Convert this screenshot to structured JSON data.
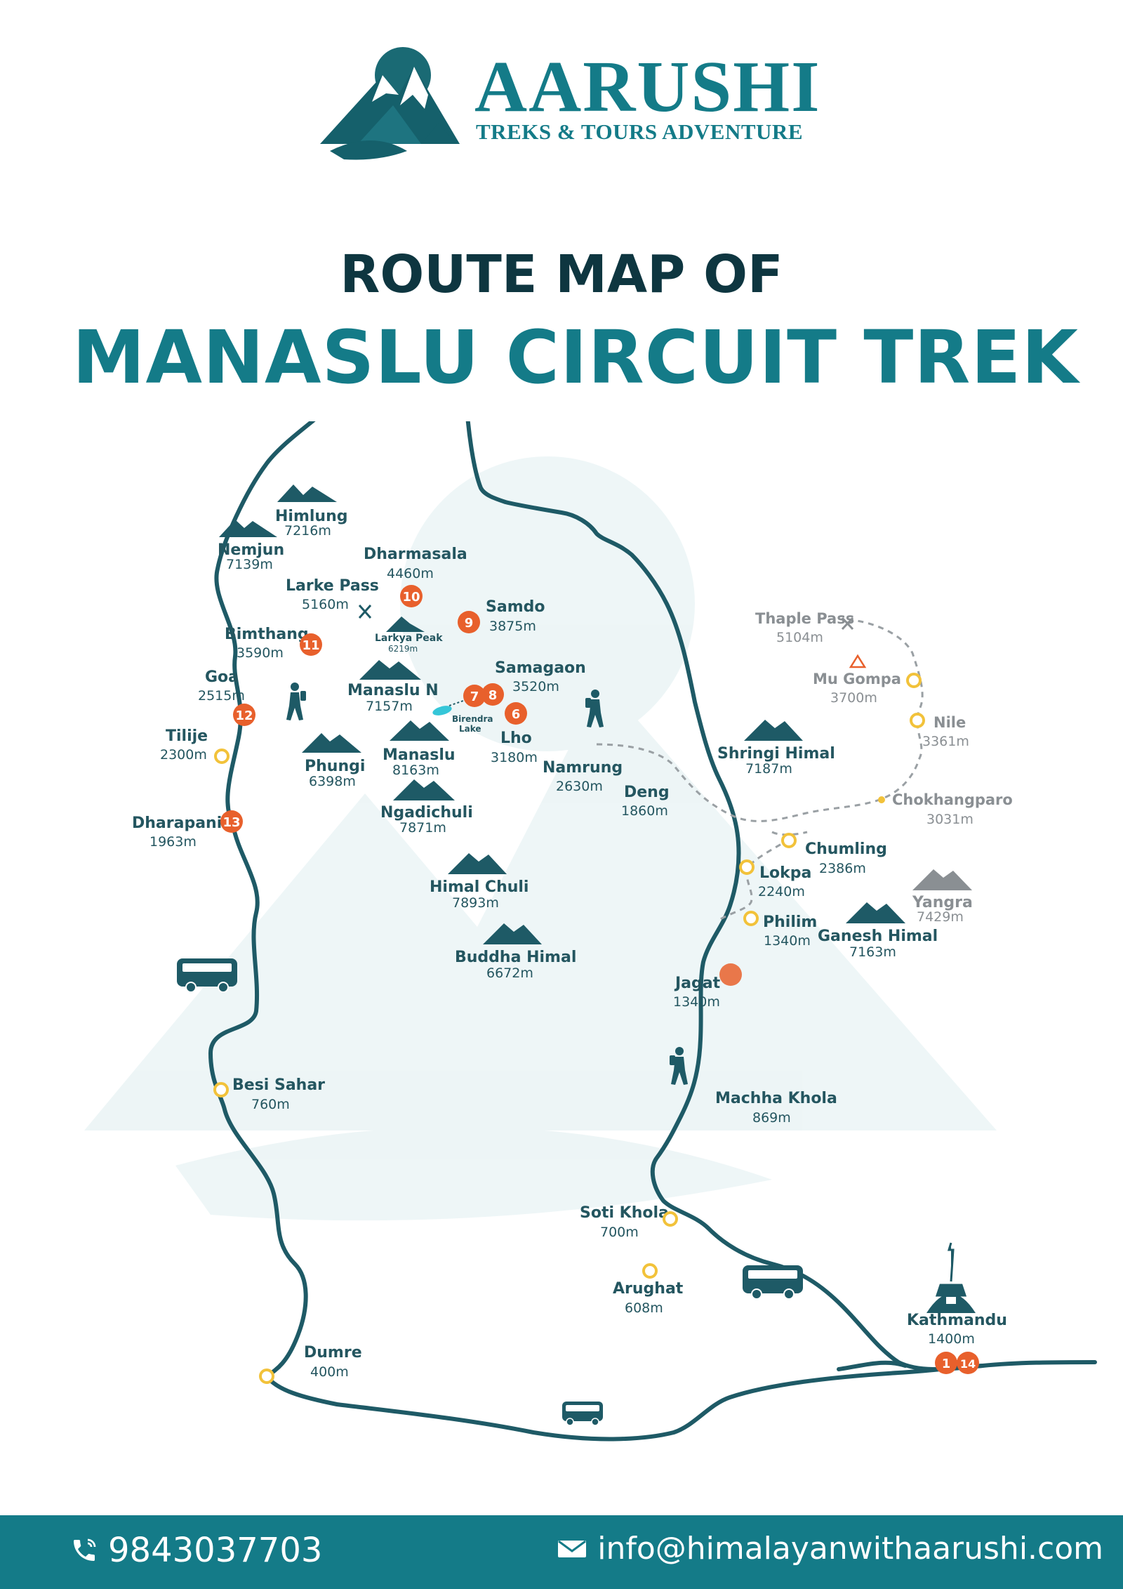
{
  "brand": {
    "name": "AARUSHI",
    "tagline": "TREKS & TOURS ADVENTURE",
    "color": "#147b88"
  },
  "title": {
    "line1": "ROUTE MAP OF",
    "line2": "MANASLU CIRCUIT TREK"
  },
  "colors": {
    "route": "#1e5a66",
    "accent": "#147b88",
    "stage_marker": "#e8602c",
    "pin": "#f2c23a",
    "alt_route": "#9aa0a4"
  },
  "peaks": [
    {
      "name": "Himlung",
      "alt": "7216m"
    },
    {
      "name": "Nemjun",
      "alt": "7139m"
    },
    {
      "name": "Larkya Peak",
      "alt": "6219m"
    },
    {
      "name": "Manaslu N",
      "alt": "7157m"
    },
    {
      "name": "Phungi",
      "alt": "6398m"
    },
    {
      "name": "Manaslu",
      "alt": "8163m"
    },
    {
      "name": "Ngadichuli",
      "alt": "7871m"
    },
    {
      "name": "Himal Chuli",
      "alt": "7893m"
    },
    {
      "name": "Buddha Himal",
      "alt": "6672m"
    },
    {
      "name": "Shringi Himal",
      "alt": "7187m"
    },
    {
      "name": "Ganesh Himal",
      "alt": "7163m"
    },
    {
      "name": "Yangra",
      "alt": "7429m"
    }
  ],
  "stages": [
    {
      "name": "Dharmasala",
      "alt": "4460m",
      "day": "10"
    },
    {
      "name": "Samdo",
      "alt": "3875m",
      "day": "9"
    },
    {
      "name": "Bimthang",
      "alt": "3590m",
      "day": "11"
    },
    {
      "name": "Goa",
      "alt": "2515m",
      "day": "12"
    },
    {
      "name": "Samagaon",
      "alt": "3520m",
      "day_a": "7",
      "day_b": "8"
    },
    {
      "name": "Lho",
      "alt": "3180m",
      "day": "6"
    },
    {
      "name": "Dharapani",
      "alt": "1963m",
      "day": "13"
    },
    {
      "name": "Kathmandu",
      "alt": "1400m",
      "day_a": "1",
      "day_b": "14"
    }
  ],
  "places": [
    {
      "name": "Larke Pass",
      "alt": "5160m"
    },
    {
      "name": "Tilije",
      "alt": "2300m"
    },
    {
      "name": "Namrung",
      "alt": "2630m"
    },
    {
      "name": "Deng",
      "alt": "1860m"
    },
    {
      "name": "Jagat",
      "alt": "1340m"
    },
    {
      "name": "Machha Khola",
      "alt": "869m"
    },
    {
      "name": "Soti Khola",
      "alt": "700m"
    },
    {
      "name": "Arughat",
      "alt": "608m"
    },
    {
      "name": "Besi Sahar",
      "alt": "760m"
    },
    {
      "name": "Dumre",
      "alt": "400m"
    },
    {
      "name": "Lokpa",
      "alt": "2240m"
    },
    {
      "name": "Chumling",
      "alt": "2386m"
    },
    {
      "name": "Philim",
      "alt": "1340m"
    }
  ],
  "alt_places": [
    {
      "name": "Thaple Pass",
      "alt": "5104m"
    },
    {
      "name": "Mu Gompa",
      "alt": "3700m"
    },
    {
      "name": "Nile",
      "alt": "3361m"
    },
    {
      "name": "Chokhangparo",
      "alt": "3031m"
    }
  ],
  "lake": {
    "line1": "Birendra",
    "line2": "Lake"
  },
  "footer": {
    "phone": "9843037703",
    "email": "info@himalayanwithaarushi.com"
  }
}
